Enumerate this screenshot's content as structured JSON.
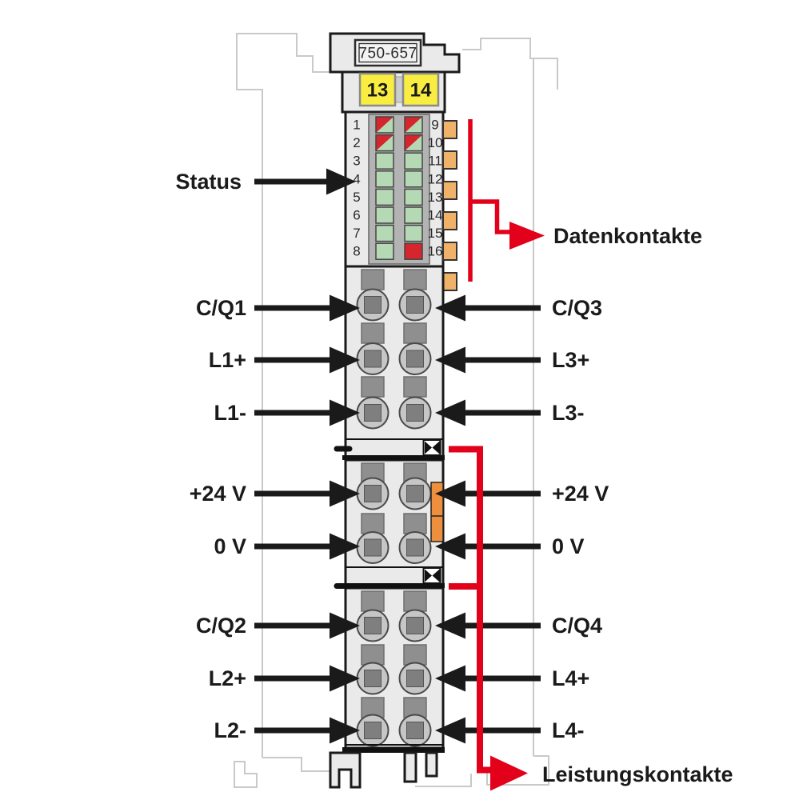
{
  "diagram": {
    "part_number": "750-657",
    "status_label": "Status",
    "data_contacts_label": "Datenkontakte",
    "power_contacts_label": "Leistungskontakte",
    "power_jumper_terminals": [
      "13",
      "14"
    ],
    "led_rows": [
      {
        "left": "1",
        "right": "9",
        "left_state": "red_green",
        "right_state": "red_green"
      },
      {
        "left": "2",
        "right": "10",
        "left_state": "red_green",
        "right_state": "red_green"
      },
      {
        "left": "3",
        "right": "11",
        "left_state": "green",
        "right_state": "green"
      },
      {
        "left": "4",
        "right": "12",
        "left_state": "green",
        "right_state": "green"
      },
      {
        "left": "5",
        "right": "13",
        "left_state": "green",
        "right_state": "green"
      },
      {
        "left": "6",
        "right": "14",
        "left_state": "green",
        "right_state": "green"
      },
      {
        "left": "7",
        "right": "15",
        "left_state": "green",
        "right_state": "green"
      },
      {
        "left": "8",
        "right": "16",
        "left_state": "green",
        "right_state": "red"
      }
    ],
    "left_labels": [
      "C/Q1",
      "L1+",
      "L1-",
      "+24 V",
      "0 V",
      "C/Q2",
      "L2+",
      "L2-"
    ],
    "right_labels": [
      "C/Q3",
      "L3+",
      "L3-",
      "+24 V",
      "0 V",
      "C/Q4",
      "L4+",
      "L4-"
    ],
    "data_contact_count": 6,
    "colors": {
      "led_green": "#b5d9b5",
      "led_red": "#d4262c",
      "contact_orange": "#f0b168",
      "jumper_orange": "#ee8f3e",
      "terminal_yellow": "#f8ed40",
      "annotation_red": "#e2001a",
      "line_black": "#1a1a1a"
    }
  }
}
